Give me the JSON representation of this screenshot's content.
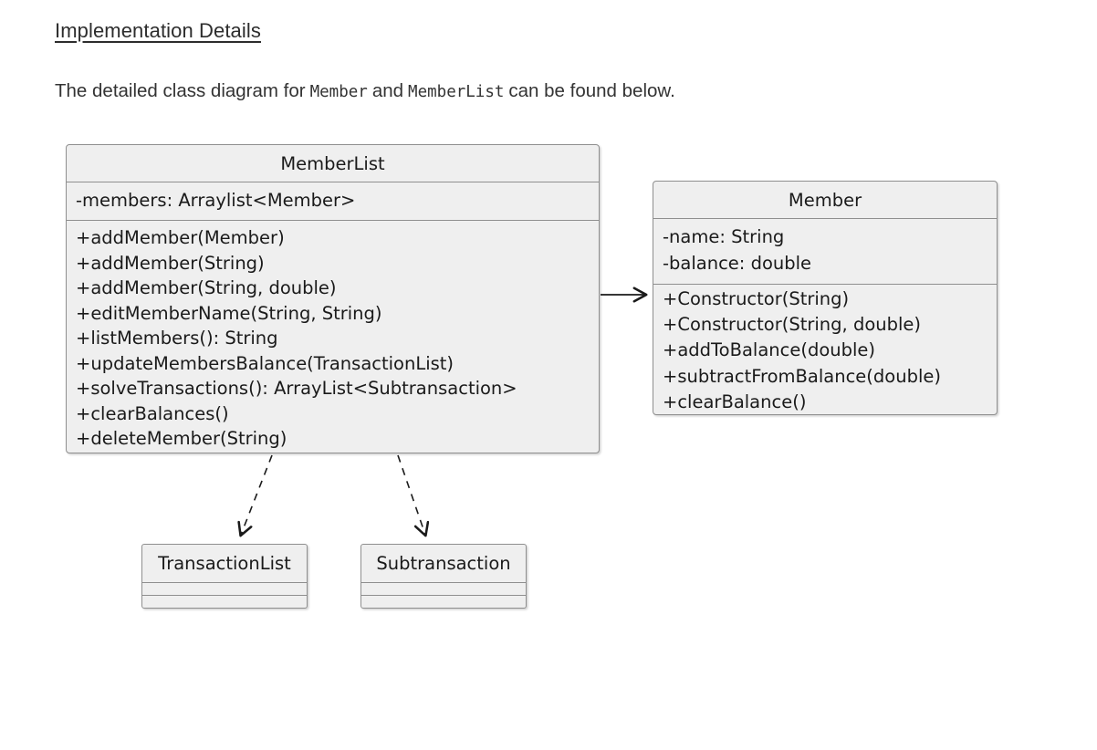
{
  "document": {
    "heading": "Implementation Details",
    "paragraph": {
      "before": "The detailed class diagram for",
      "code1": "Member",
      "middle": "and",
      "code2": "MemberList",
      "after": "can be found below."
    }
  },
  "diagram": {
    "classes": {
      "memberlist": {
        "name": "MemberList",
        "attributes": [
          "-members: Arraylist<Member>"
        ],
        "methods": [
          "+addMember(Member)",
          "+addMember(String)",
          "+addMember(String, double)",
          "+editMemberName(String, String)",
          "+listMembers(): String",
          "+updateMembersBalance(TransactionList)",
          "+solveTransactions(): ArrayList<Subtransaction>",
          "+clearBalances()",
          "+deleteMember(String)"
        ]
      },
      "member": {
        "name": "Member",
        "attributes": [
          "-name: String",
          "-balance: double"
        ],
        "methods": [
          "+Constructor(String)",
          "+Constructor(String, double)",
          "+addToBalance(double)",
          "+subtractFromBalance(double)",
          "+clearBalance()"
        ]
      },
      "transactionlist": {
        "name": "TransactionList",
        "attributes": [],
        "methods": []
      },
      "subtransaction": {
        "name": "Subtransaction",
        "attributes": [],
        "methods": []
      }
    },
    "relationships": [
      {
        "from": "MemberList",
        "to": "Member",
        "type": "directed-association",
        "line": "solid"
      },
      {
        "from": "MemberList",
        "to": "TransactionList",
        "type": "dependency",
        "line": "dashed"
      },
      {
        "from": "MemberList",
        "to": "Subtransaction",
        "type": "dependency",
        "line": "dashed"
      }
    ],
    "colors": {
      "box_fill": "#efefef",
      "box_border": "#8f8f8f",
      "box_text": "#1a1a1a",
      "arrow": "#1a1a1a",
      "page_background": "#ffffff"
    }
  }
}
